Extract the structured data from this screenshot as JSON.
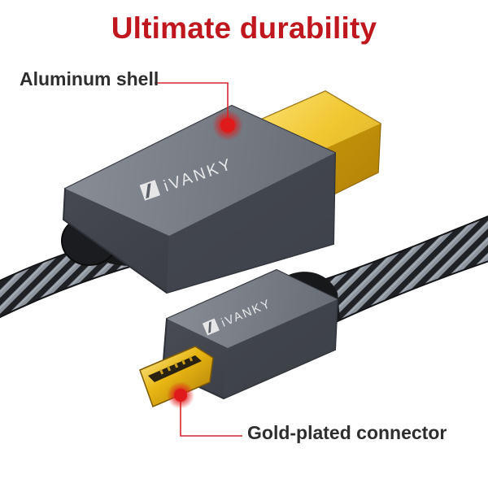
{
  "headline": "Ultimate durability",
  "colors": {
    "headline": "#c0161d",
    "callout_text": "#2e2e2e",
    "leader_line": "#d7262b",
    "shell": "#5c6068",
    "gold": "#e2b20a",
    "braid_dark": "#1f2124",
    "braid_light": "#9aa1aa"
  },
  "callouts": [
    {
      "label": "Aluminum shell",
      "marker": "red-dot-marker"
    },
    {
      "label": "Gold-plated connector",
      "marker": "red-dot-marker"
    }
  ],
  "product": {
    "brand_mark": "iVANKY",
    "connectors": [
      "HDMI standard connector",
      "Micro HDMI connector"
    ],
    "cable": "braided-cable"
  }
}
